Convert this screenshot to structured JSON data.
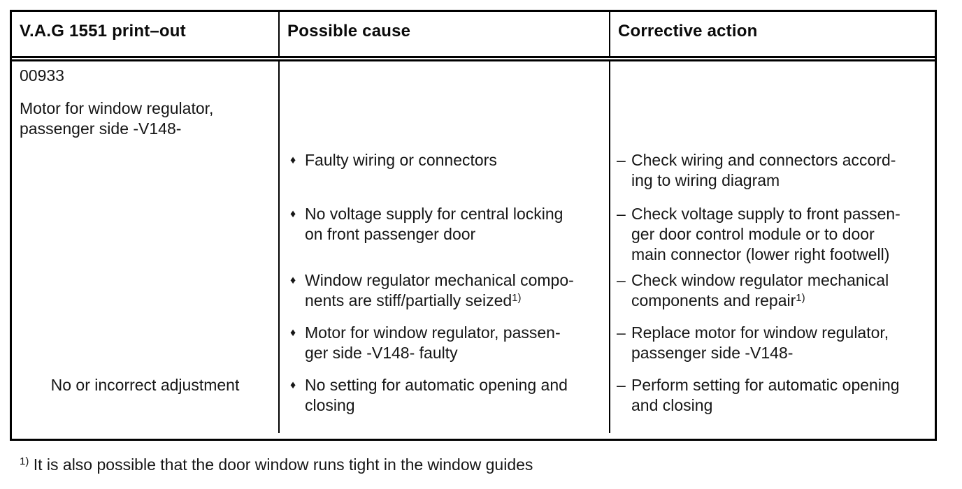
{
  "page": {
    "background": "#ffffff",
    "text_color": "#161616",
    "border_color": "#000000"
  },
  "table": {
    "headers": [
      {
        "label": "V.A.G 1551 print–out"
      },
      {
        "label": "Possible cause"
      },
      {
        "label": "Corrective action"
      }
    ],
    "row": {
      "printout": {
        "code": "00933",
        "component": "Motor for window regulator,\npassenger side -V148-",
        "adjustment_note": "No or incorrect adjustment"
      },
      "bullet_char": "♦",
      "dash_char": "–",
      "causes": [
        {
          "text": "Faulty wiring or connectors"
        },
        {
          "text": "No voltage supply for central locking\non front passenger door"
        },
        {
          "text": "Window regulator mechanical compo-\nnents are stiff/partially seized",
          "sup": "1)"
        },
        {
          "text": "Motor for window regulator, passen-\nger side -V148- faulty"
        },
        {
          "text": "No setting for automatic opening and\nclosing"
        }
      ],
      "actions": [
        {
          "text": "Check wiring and connectors accord-\ning to wiring diagram"
        },
        {
          "text": "Check voltage supply to front passen-\nger door control module or to door\nmain connector (lower right footwell)"
        },
        {
          "text": "Check window regulator mechanical\ncomponents and repair",
          "sup": "1)"
        },
        {
          "text": "Replace motor for window regulator,\npassenger side -V148-"
        },
        {
          "text": "Perform setting for automatic opening\nand closing"
        }
      ]
    },
    "footnote": {
      "sup": "1)",
      "text": "It is also possible that the door window runs tight in the window guides"
    }
  }
}
